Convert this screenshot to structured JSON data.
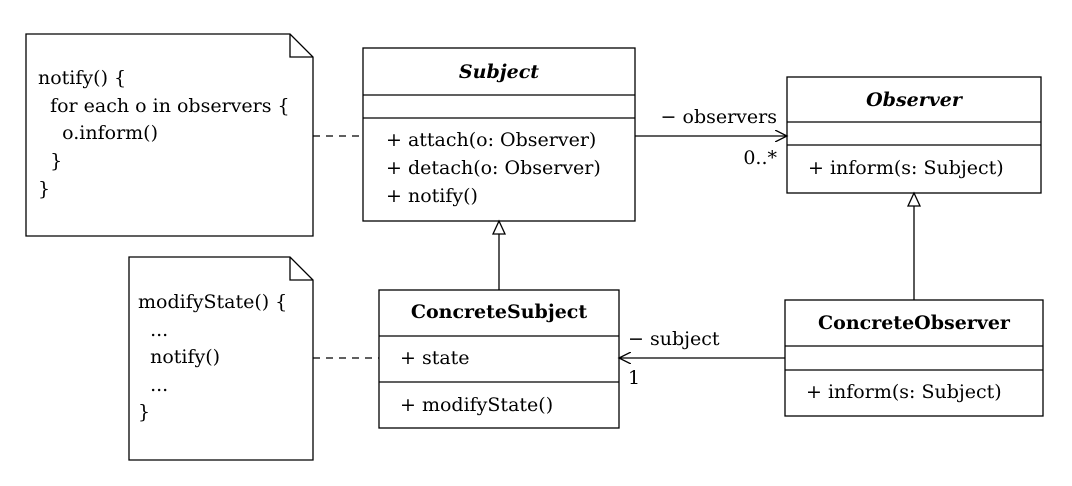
{
  "notes": {
    "notify": [
      "notify() {",
      "  for each o in observers {",
      "    o.inform()",
      "  }",
      "}"
    ],
    "modify": [
      "modifyState() {",
      "  ...",
      "  notify()",
      "  ...",
      "}"
    ]
  },
  "classes": {
    "subject": {
      "name": "Subject",
      "attributes": [],
      "operations": [
        "+ attach(o: Observer)",
        "+ detach(o: Observer)",
        "+ notify()"
      ]
    },
    "observer": {
      "name": "Observer",
      "attributes": [],
      "operations": [
        "+ inform(s: Subject)"
      ]
    },
    "concrete_subject": {
      "name": "ConcreteSubject",
      "attributes": [
        "+ state"
      ],
      "operations": [
        "+ modifyState()"
      ]
    },
    "concrete_observer": {
      "name": "ConcreteObserver",
      "attributes": [],
      "operations": [
        "+ inform(s: Subject)"
      ]
    }
  },
  "associations": {
    "observers": {
      "role": "− observers",
      "multiplicity": "0..*"
    },
    "subject": {
      "role": "− subject",
      "multiplicity": "1"
    }
  }
}
